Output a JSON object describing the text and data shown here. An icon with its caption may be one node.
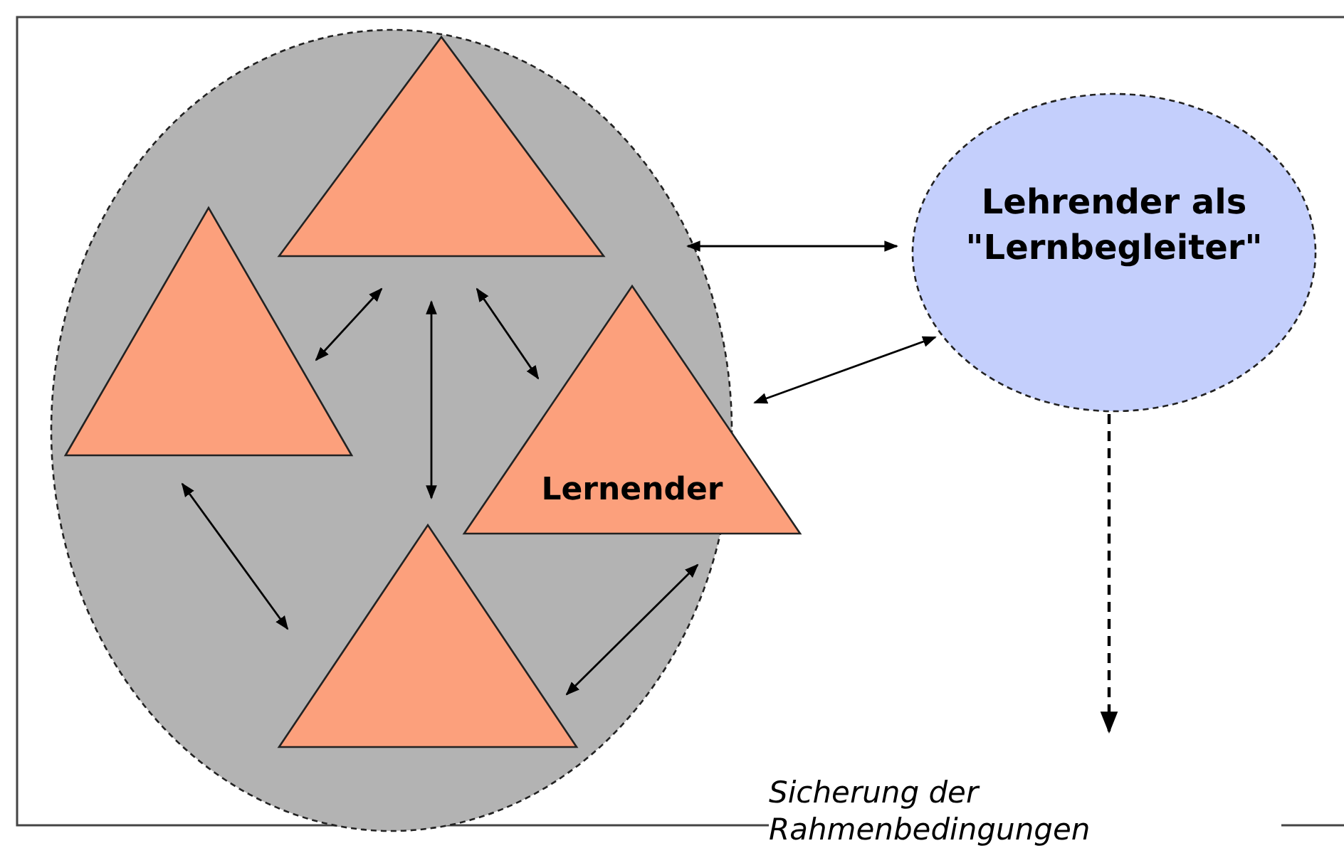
{
  "diagram": {
    "nodes": [
      {
        "text": [],
        "shape": "circle"
      },
      {
        "text": [],
        "shape": "triangle",
        "in": 0
      },
      {
        "text": [],
        "shape": "triangle",
        "in": 0
      },
      {
        "text": [
          "Lernender"
        ]
      },
      {
        "text": [],
        "shape": "triangle",
        "in": 0
      },
      {
        "text": [
          "Lehrender als \"Lernbegleiter\""
        ]
      },
      {
        "text": [
          "Sicherung der Rahmenbedingungen"
        ]
      }
    ],
    "edges": [
      {
        "from": 1,
        "to": 2,
        "arrow": "both"
      },
      {
        "from": 1,
        "to": 4,
        "arrow": "both"
      },
      {
        "from": 1,
        "to": 3,
        "arrow": "both"
      },
      {
        "from": 2,
        "to": 4,
        "arrow": "both"
      },
      {
        "from": 3,
        "to": 4,
        "arrow": "both"
      },
      {
        "from": 0,
        "to": 5,
        "arrow": "both"
      },
      {
        "from": 3,
        "to": 5,
        "arrow": "both"
      },
      {
        "from": 5,
        "to": 6,
        "arrow": "to",
        "style": "dashed"
      }
    ]
  }
}
